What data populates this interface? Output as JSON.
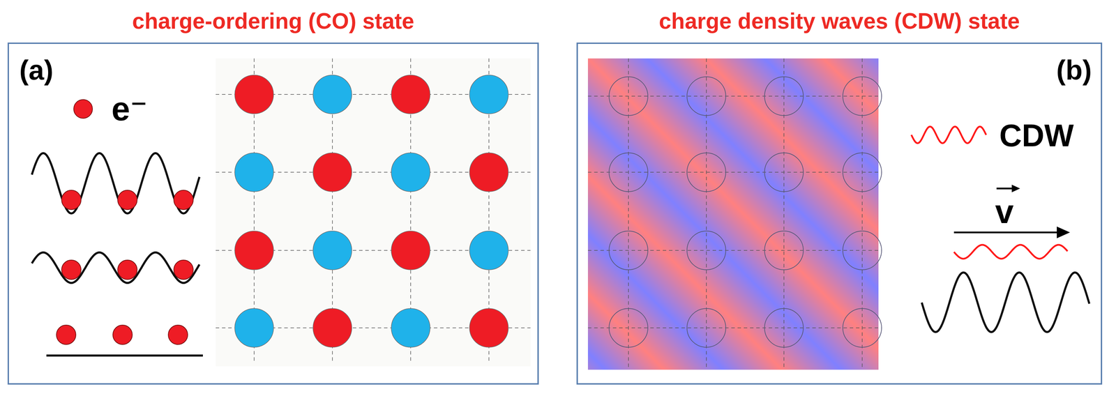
{
  "diagram": {
    "nodes": [
      {
        "text": [
          "charge-ordering (CO) state",
          "(a)"
        ]
      },
      {
        "text": [
          "charge density waves (CDW) state",
          "(b)"
        ]
      }
    ],
    "labels": [
      "e⁻",
      "CDW",
      "v"
    ]
  }
}
